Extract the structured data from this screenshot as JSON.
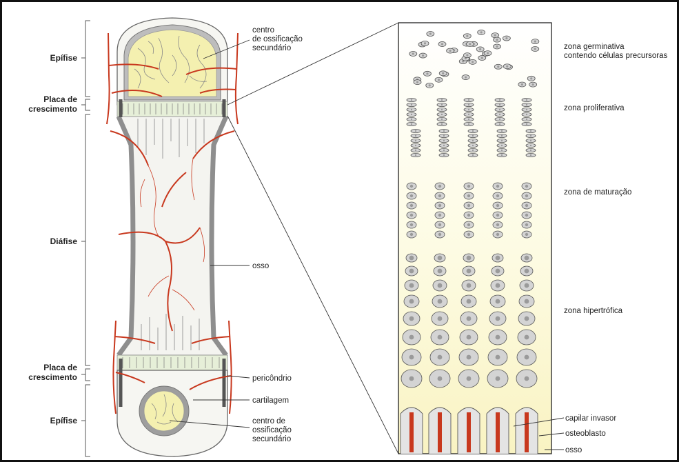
{
  "left_labels": {
    "epifise_top": "Epífise",
    "placa_top_1": "Placa de",
    "placa_top_2": "crescimento",
    "diafise": "Diáfise",
    "placa_bottom_1": "Placa de",
    "placa_bottom_2": "crescimento",
    "epifise_bottom": "Epífise"
  },
  "bone_labels": {
    "centro_top_1": "centro",
    "centro_top_2": "de ossificação",
    "centro_top_3": "secundário",
    "osso": "osso",
    "pericondrio": "pericôndrio",
    "cartilagem": "cartilagem",
    "centro_bottom_1": "centro de",
    "centro_bottom_2": "ossificação",
    "centro_bottom_3": "secundário"
  },
  "zone_labels": {
    "germinativa_1": "zona germinativa",
    "germinativa_2": "contendo células precursoras",
    "proliferativa": "zona proliferativa",
    "maturacao": "zona de maturação",
    "hipertrofica": "zona hipertrófica",
    "capilar": "capilar invasor",
    "osteoblasto": "osteoblasto",
    "osso": "osso"
  },
  "colors": {
    "vessel": "#c8381e",
    "bone_gray": "#8e8e8e",
    "cartilage_fill": "#fbfbe8",
    "cell_fill": "#d4d4d4",
    "nucleus": "#9a9a9a",
    "yellow_zone": "#fbf7cc"
  }
}
